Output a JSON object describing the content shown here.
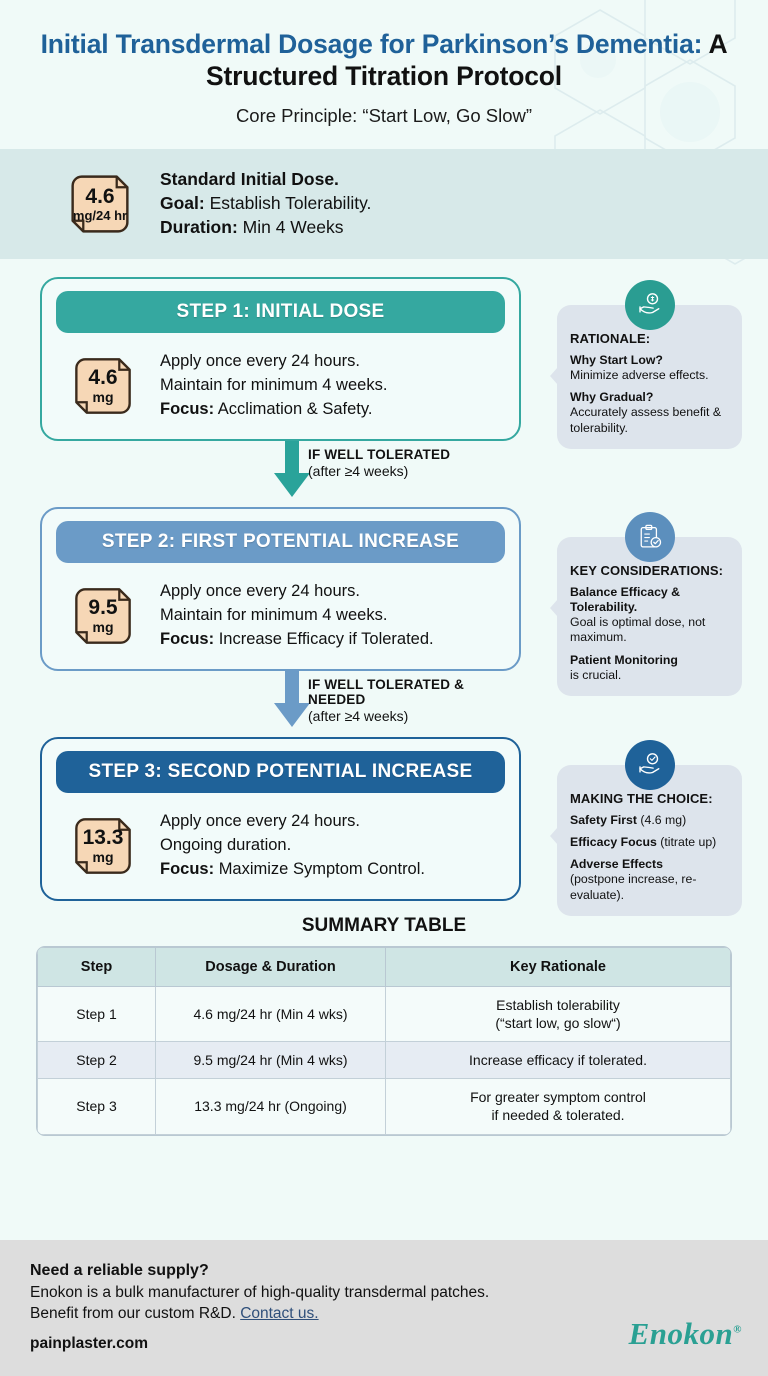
{
  "header": {
    "title_blue": "Initial Transdermal Dosage for Parkinson’s Dementia:",
    "title_black": "A Structured Titration Protocol",
    "subtitle": "Core Principle: “Start Low, Go Slow”"
  },
  "banner": {
    "patch_value": "4.6",
    "patch_unit": "mg/24 hr",
    "line1_bold": "Standard Initial Dose.",
    "line2_label": "Goal:",
    "line2_text": "Establish Tolerability.",
    "line3_label": "Duration:",
    "line3_text": "Min 4 Weeks"
  },
  "steps": [
    {
      "head": "STEP 1: INITIAL DOSE",
      "patch_value": "4.6",
      "patch_unit": "mg",
      "line1": "Apply once every 24 hours.",
      "line2": "Maintain for minimum 4 weeks.",
      "focus_label": "Focus:",
      "focus_text": "Acclimation & Safety.",
      "accent": "#35a8a0"
    },
    {
      "head": "STEP 2: FIRST POTENTIAL INCREASE",
      "patch_value": "9.5",
      "patch_unit": "mg",
      "line1": "Apply once every 24 hours.",
      "line2": "Maintain for minimum 4 weeks.",
      "focus_label": "Focus:",
      "focus_text": "Increase Efficacy if Tolerated.",
      "accent": "#6b9bc7"
    },
    {
      "head": "STEP 3: SECOND POTENTIAL INCREASE",
      "patch_value": "13.3",
      "patch_unit": "mg",
      "line1": "Apply once every 24 hours.",
      "line2": "Ongoing duration.",
      "focus_label": "Focus:",
      "focus_text": "Maximize Symptom Control.",
      "accent": "#1f6299"
    }
  ],
  "connectors": [
    {
      "label_main": "IF WELL TOLERATED",
      "label_sub": "(after ≥4 weeks)",
      "color": "#2aa39a"
    },
    {
      "label_main": "IF WELL TOLERATED & NEEDED",
      "label_sub": "(after ≥4 weeks)",
      "color": "#6b9bc7"
    }
  ],
  "callouts": [
    {
      "icon": "hand-holding-money-icon",
      "icon_bg": "#2a9d92",
      "heading": "RATIONALE:",
      "items": [
        {
          "bold": "Why Start Low?",
          "text": "Minimize adverse effects."
        },
        {
          "bold": "Why Gradual?",
          "text": "Accurately assess benefit & tolerability."
        }
      ]
    },
    {
      "icon": "clipboard-check-icon",
      "icon_bg": "#5c8fbd",
      "heading": "KEY CONSIDERATIONS:",
      "items": [
        {
          "bold": "Balance Efficacy & Tolerability.",
          "text": "Goal is optimal dose, not maximum."
        },
        {
          "bold": "Patient Monitoring",
          "text": "is crucial."
        }
      ]
    },
    {
      "icon": "hand-holding-check-icon",
      "icon_bg": "#1f6299",
      "heading": "MAKING THE CHOICE:",
      "items": [
        {
          "bold": "Safety First",
          "text": "(4.6 mg)"
        },
        {
          "bold": "Efficacy Focus",
          "text": "(titrate up)"
        },
        {
          "bold": "Adverse Effects",
          "text": "(postpone increase, re-evaluate)."
        }
      ]
    }
  ],
  "table": {
    "title": "SUMMARY TABLE",
    "columns": [
      "Step",
      "Dosage & Duration",
      "Key Rationale"
    ],
    "rows": [
      [
        "Step 1",
        "4.6 mg/24 hr (Min 4 wks)",
        "Establish tolerability\n(“start low, go slow“)"
      ],
      [
        "Step 2",
        "9.5 mg/24 hr (Min 4 wks)",
        "Increase efficacy if tolerated."
      ],
      [
        "Step 3",
        "13.3 mg/24 hr (Ongoing)",
        "For greater symptom control\nif needed & tolerated."
      ]
    ]
  },
  "footer": {
    "heading": "Need a reliable supply?",
    "body": "Enokon is a bulk manufacturer of high-quality transdermal patches. Benefit from our custom R&D.",
    "link": "Contact us.",
    "site": "painplaster.com",
    "brand": "Enokon",
    "brand_mark": "®"
  }
}
